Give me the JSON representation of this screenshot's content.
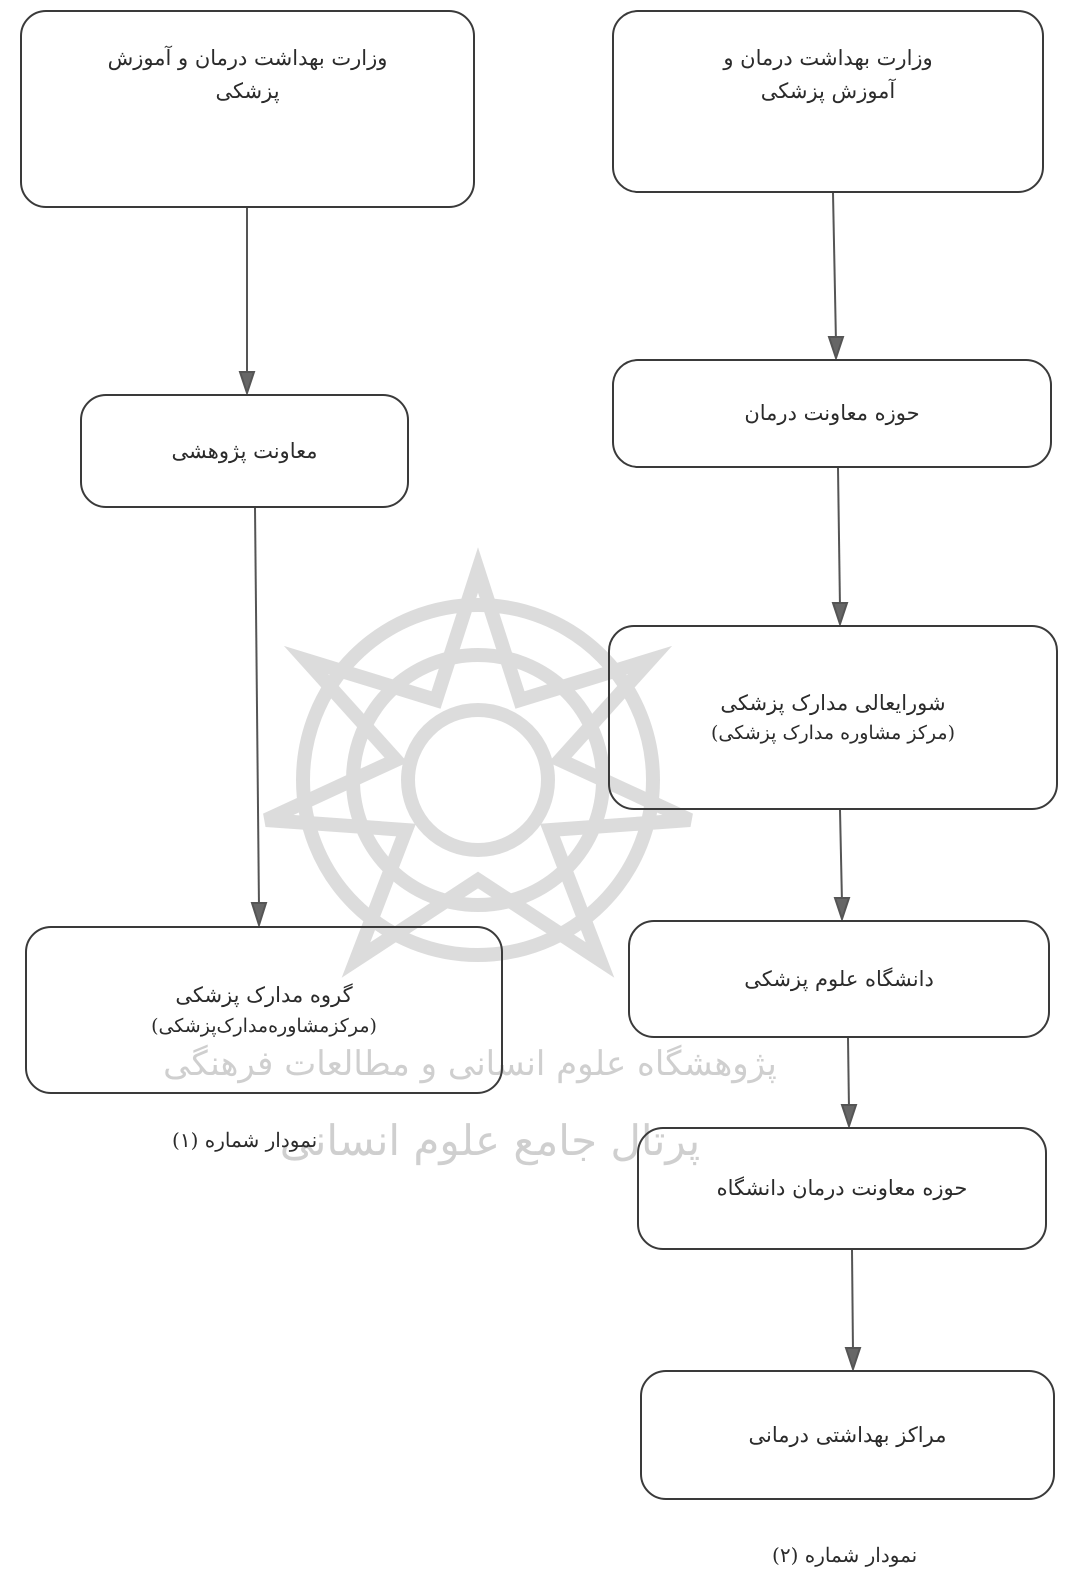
{
  "diagrams": [
    {
      "id": "chart-1",
      "nodes": [
        {
          "key": "ministry",
          "lines": [
            "وزارت بهداشت درمان و آموزش",
            "پزشکی"
          ]
        },
        {
          "key": "research-deputy",
          "lines": [
            "معاونت پژوهشی"
          ]
        },
        {
          "key": "medical-records-group",
          "lines": [
            "گروه مدارک پزشکی",
            "(مرکزمشاوره‌مدارک‌پزشکی)"
          ]
        }
      ],
      "caption": "نمودار شماره (۱)"
    },
    {
      "id": "chart-2",
      "nodes": [
        {
          "key": "ministry",
          "lines": [
            "وزارت بهداشت درمان و",
            "آموزش پزشکی"
          ]
        },
        {
          "key": "treatment-deputy",
          "lines": [
            "حوزه معاونت درمان"
          ]
        },
        {
          "key": "supreme-council",
          "lines": [
            "شورایعالی مدارک پزشکی",
            "(مرکز مشاوره مدارک پزشکی)"
          ]
        },
        {
          "key": "university",
          "lines": [
            "دانشگاه علوم پزشکی"
          ]
        },
        {
          "key": "university-treatment-deputy",
          "lines": [
            "حوزه معاونت درمان دانشگاه"
          ]
        },
        {
          "key": "health-centers",
          "lines": [
            "مراکز بهداشتی درمانی"
          ]
        }
      ],
      "caption": "نمودار شماره (۲)"
    }
  ],
  "watermark": {
    "text_line1": "پژوهشگاه علوم انسانی و مطالعات فرهنگی",
    "text_line2": "پرتال جامع علوم انسانی",
    "color": "#d4d4d4"
  },
  "colors": {
    "stroke": "#3a3a3a",
    "arrow": "#555555",
    "text": "#2b2b2b"
  }
}
